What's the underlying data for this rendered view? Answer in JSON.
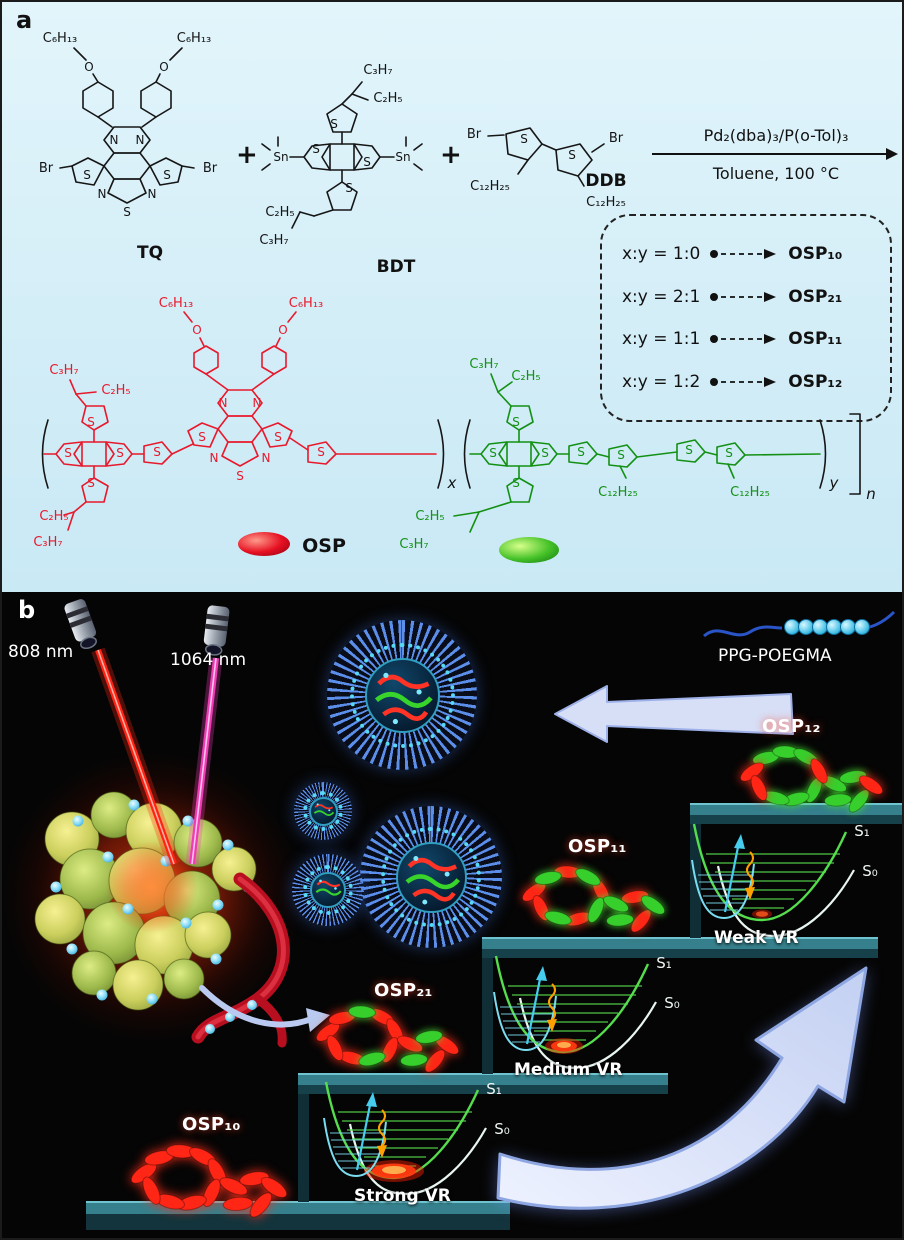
{
  "figure": {
    "panel_a_label": "a",
    "panel_b_label": "b"
  },
  "panel_a": {
    "plus_1": "+",
    "plus_2": "+",
    "tq": {
      "name": "TQ",
      "c6h13_left": "C₆H₁₃",
      "c6h13_right": "C₆H₁₃",
      "o_left": "O",
      "o_right": "O",
      "br_left": "Br",
      "br_right": "Br",
      "n_left": "N",
      "n_right": "N",
      "s_left": "S",
      "s_right": "S",
      "btd_n_left": "N",
      "btd_n_right": "N",
      "btd_s": "S"
    },
    "bdt": {
      "name": "BDT",
      "c3h7_top": "C₃H₇",
      "c2h5_top": "C₂H₅",
      "s_top": "S",
      "s_core_left": "S",
      "s_core_right": "S",
      "s_bottom": "S",
      "sn_left": "Sn",
      "sn_right": "Sn",
      "c2h5_bottom": "C₂H₅",
      "c3h7_bottom": "C₃H₇"
    },
    "ddb": {
      "name": "DDB",
      "br_left": "Br",
      "br_right": "Br",
      "s_left": "S",
      "s_right": "S",
      "c12h25_left": "C₁₂H₂₅",
      "c12h25_right": "C₁₂H₂₅"
    },
    "reaction": {
      "catalyst": "Pd₂(dba)₃/P(o-Tol)₃",
      "conditions": "Toluene, 100 °C"
    },
    "ratio_box": {
      "rows": [
        {
          "ratio": "x:y = 1:0",
          "product": "OSP₁₀"
        },
        {
          "ratio": "x:y = 2:1",
          "product": "OSP₂₁"
        },
        {
          "ratio": "x:y = 1:1",
          "product": "OSP₁₁"
        },
        {
          "ratio": "x:y = 1:2",
          "product": "OSP₁₂"
        }
      ]
    },
    "polymer": {
      "name": "OSP",
      "sub_x": "x",
      "sub_y": "y",
      "sub_n": "n",
      "red": {
        "c6h13_left": "C₆H₁₃",
        "c6h13_right": "C₆H₁₃",
        "o_left": "O",
        "o_right": "O",
        "c3h7_top": "C₃H₇",
        "c2h5_top": "C₂H₅",
        "c2h5_bottom": "C₂H₅",
        "c3h7_bottom": "C₃H₇",
        "n_left": "N",
        "n_right": "N",
        "btd_n_left": "N",
        "btd_n_right": "N",
        "btd_s": "S",
        "s": [
          "S",
          "S",
          "S",
          "S",
          "S",
          "S",
          "S",
          "S"
        ]
      },
      "green": {
        "c3h7_top": "C₃H₇",
        "c2h5_top": "C₂H₅",
        "c2h5_bottom": "C₂H₅",
        "c3h7_bottom": "C₃H₇",
        "c12h25_left": "C₁₂H₂₅",
        "c12h25_right": "C₁₂H₂₅",
        "s": [
          "S",
          "S",
          "S",
          "S",
          "S",
          "S",
          "S",
          "S"
        ]
      }
    },
    "colors": {
      "background": "#d9f0f8",
      "red_unit": "#e8192c",
      "green_unit": "#149114"
    }
  },
  "panel_b": {
    "laser_808": "808 nm",
    "laser_1064": "1064 nm",
    "ppg_label": "PPG-POEGMA",
    "osp12": "OSP₁₂",
    "osp11": "OSP₁₁",
    "osp21": "OSP₂₁",
    "osp10": "OSP₁₀",
    "diagrams": [
      {
        "s1": "S₁",
        "s0": "S₀",
        "vr": "Strong VR"
      },
      {
        "s1": "S₁",
        "s0": "S₀",
        "vr": "Medium VR"
      },
      {
        "s1": "S₁",
        "s0": "S₀",
        "vr": "Weak VR"
      }
    ],
    "colors": {
      "background": "#000000",
      "beam_808": "#ff2316",
      "beam_1064": "#ee3cb4",
      "s1_curve": "#55dd4d",
      "s0_curve": "#7adcf0",
      "red_unit": "#ff2616",
      "green_unit": "#37cf2c",
      "step": "#35808c",
      "arrow": "#d7dff7"
    }
  }
}
